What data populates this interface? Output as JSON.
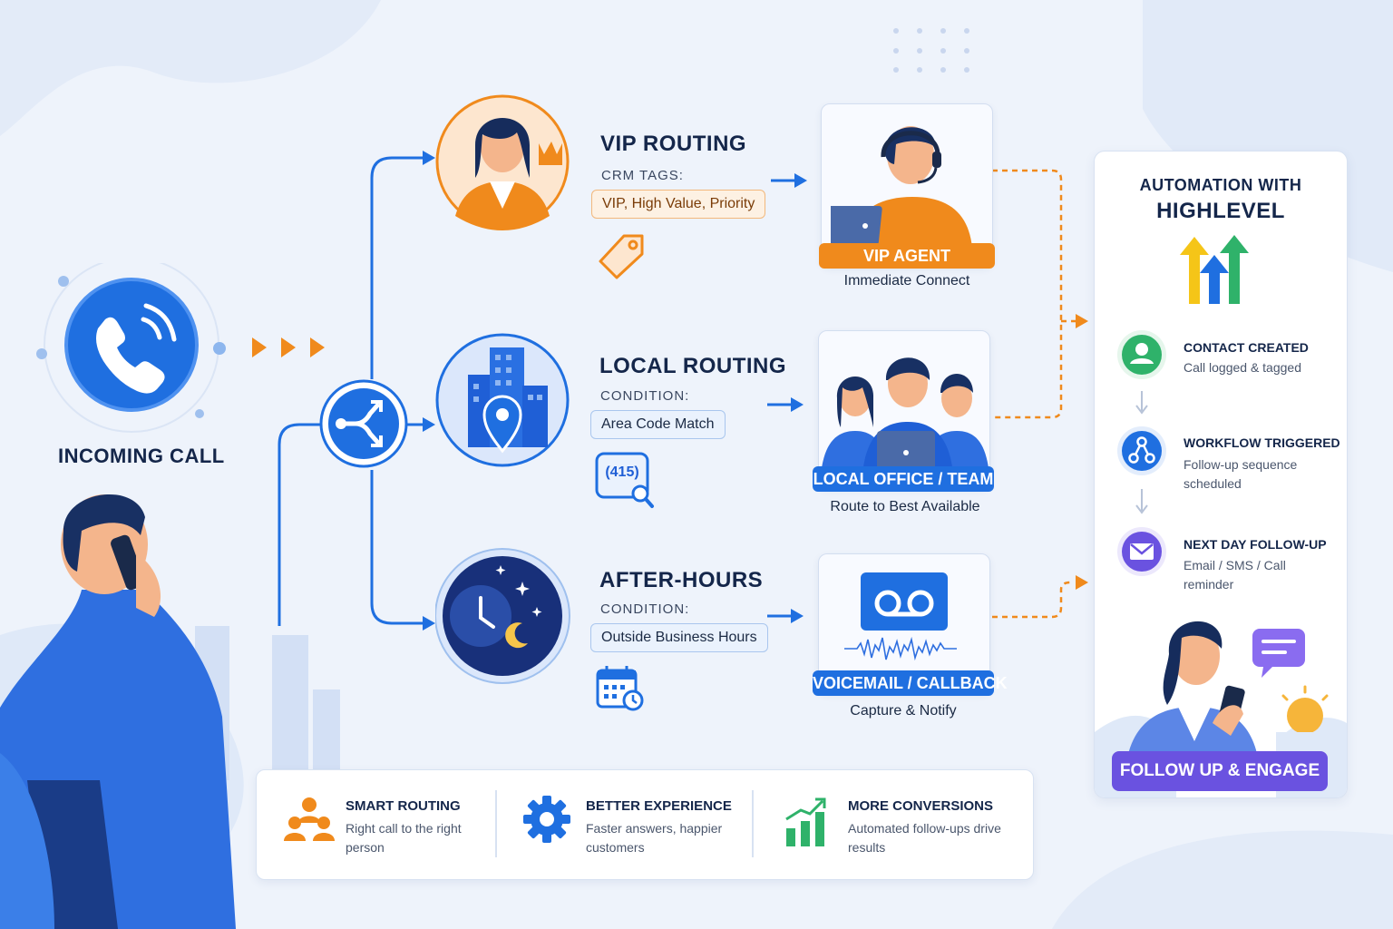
{
  "incoming": {
    "label": "INCOMING CALL"
  },
  "routes": [
    {
      "title": "VIP ROUTING",
      "condition_label": "CRM TAGS:",
      "condition_value": "VIP, High Value, Priority",
      "destination": "VIP AGENT",
      "destination_caption": "Immediate Connect"
    },
    {
      "title": "LOCAL ROUTING",
      "condition_label": "CONDITION:",
      "condition_value": "Area Code Match",
      "area_code": "(415)",
      "destination": "LOCAL OFFICE / TEAM",
      "destination_caption": "Route to Best Available"
    },
    {
      "title": "AFTER-HOURS",
      "condition_label": "CONDITION:",
      "condition_value": "Outside Business Hours",
      "destination": "VOICEMAIL / CALLBACK",
      "destination_caption": "Capture & Notify"
    }
  ],
  "automation": {
    "title_line1": "AUTOMATION WITH",
    "title_line2": "HIGHLEVEL",
    "steps": [
      {
        "title": "CONTACT CREATED",
        "desc": "Call logged & tagged"
      },
      {
        "title": "WORKFLOW TRIGGERED",
        "desc": "Follow-up sequence scheduled"
      },
      {
        "title": "NEXT DAY FOLLOW-UP",
        "desc": "Email / SMS / Call reminder"
      }
    ],
    "cta": "FOLLOW UP & ENGAGE"
  },
  "benefits": [
    {
      "title": "SMART ROUTING",
      "desc": "Right call to the right person"
    },
    {
      "title": "BETTER EXPERIENCE",
      "desc": "Faster answers, happier customers"
    },
    {
      "title": "MORE CONVERSIONS",
      "desc": "Automated follow-ups drive results"
    }
  ],
  "colors": {
    "blue": "#1f6fe0",
    "navy": "#14264a",
    "orange": "#f08a1c",
    "green": "#2fb26a",
    "purple": "#6a52e0"
  }
}
